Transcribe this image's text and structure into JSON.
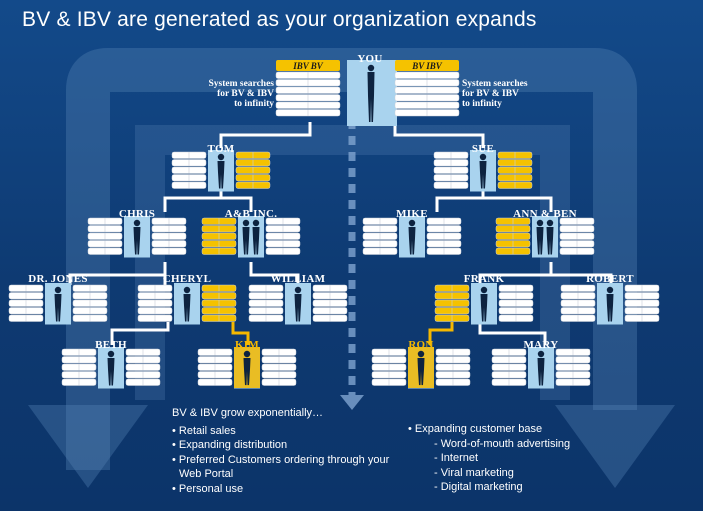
{
  "title": "BV & IBV are generated as your organization expands",
  "colors": {
    "background": "#134a8a",
    "accent": "#f5b800",
    "block": "#ffffff",
    "block_gold": "#f5c200",
    "figure_panel": "#a9d3ee",
    "arrow": "#5a86b8",
    "connector": "#ffffff"
  },
  "you": {
    "label": "YOU",
    "badge_left": "IBV  BV",
    "badge_right": "BV  IBV"
  },
  "system_left": "System searches\nfor  BV & IBV\nto infinity",
  "system_right": "System searches\nfor BV & IBV\nto infinity",
  "people": [
    {
      "name": "TOM",
      "highlight": false
    },
    {
      "name": "SUE",
      "highlight": false
    },
    {
      "name": "CHRIS",
      "highlight": false
    },
    {
      "name": "A&B INC.",
      "highlight": false
    },
    {
      "name": "MIKE",
      "highlight": false
    },
    {
      "name": "ANN & BEN",
      "highlight": false
    },
    {
      "name": "DR. JONES",
      "highlight": false
    },
    {
      "name": "CHERYL",
      "highlight": false
    },
    {
      "name": "WILLIAM",
      "highlight": false
    },
    {
      "name": "FRANK",
      "highlight": false
    },
    {
      "name": "ROBERT",
      "highlight": false
    },
    {
      "name": "BETH",
      "highlight": false
    },
    {
      "name": "KIM",
      "highlight": true
    },
    {
      "name": "RON",
      "highlight": true
    },
    {
      "name": "MARY",
      "highlight": false
    }
  ],
  "left_list": {
    "heading": "BV & IBV grow exponentially…",
    "items": [
      "Retail sales",
      "Expanding distribution",
      "Preferred Customers ordering through your",
      "Web Portal",
      "Personal use"
    ]
  },
  "right_list": {
    "heading": "Expanding customer base",
    "items": [
      "Word-of-mouth advertising",
      "Internet",
      "Viral marketing",
      "Digital marketing"
    ]
  }
}
